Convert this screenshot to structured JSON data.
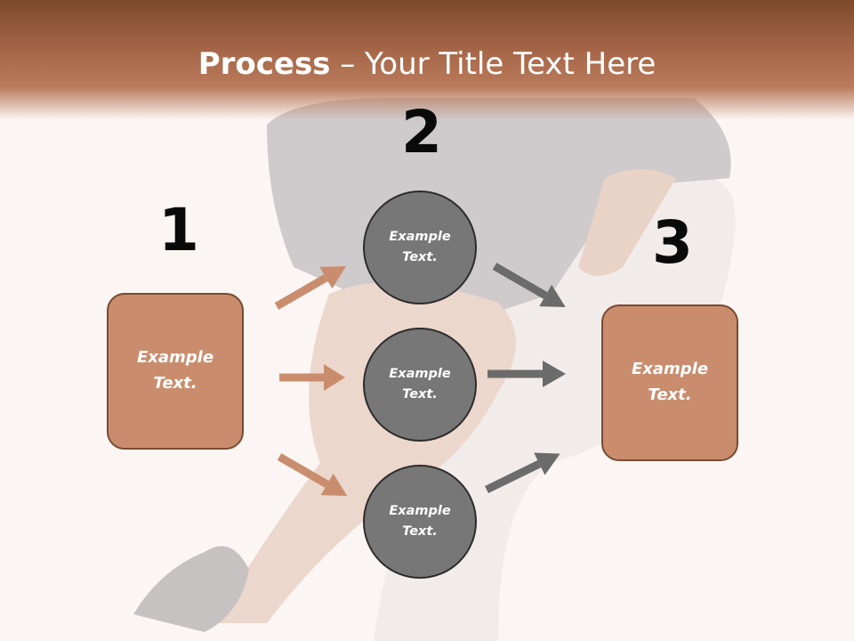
{
  "title": {
    "bold": "Process",
    "rest": " – Your Title Text Here"
  },
  "steps": {
    "one": "1",
    "two": "2",
    "three": "3"
  },
  "left_box": {
    "line1": "Example",
    "line2": "Text."
  },
  "right_box": {
    "line1": "Example",
    "line2": "Text."
  },
  "circles": [
    {
      "line1": "Example",
      "line2": "Text."
    },
    {
      "line1": "Example",
      "line2": "Text."
    },
    {
      "line1": "Example",
      "line2": "Text."
    }
  ],
  "colors": {
    "accent": "#c98d6e",
    "circle": "#777777",
    "arrow_left": "#c98d6e",
    "arrow_right": "#6b6b6b"
  }
}
